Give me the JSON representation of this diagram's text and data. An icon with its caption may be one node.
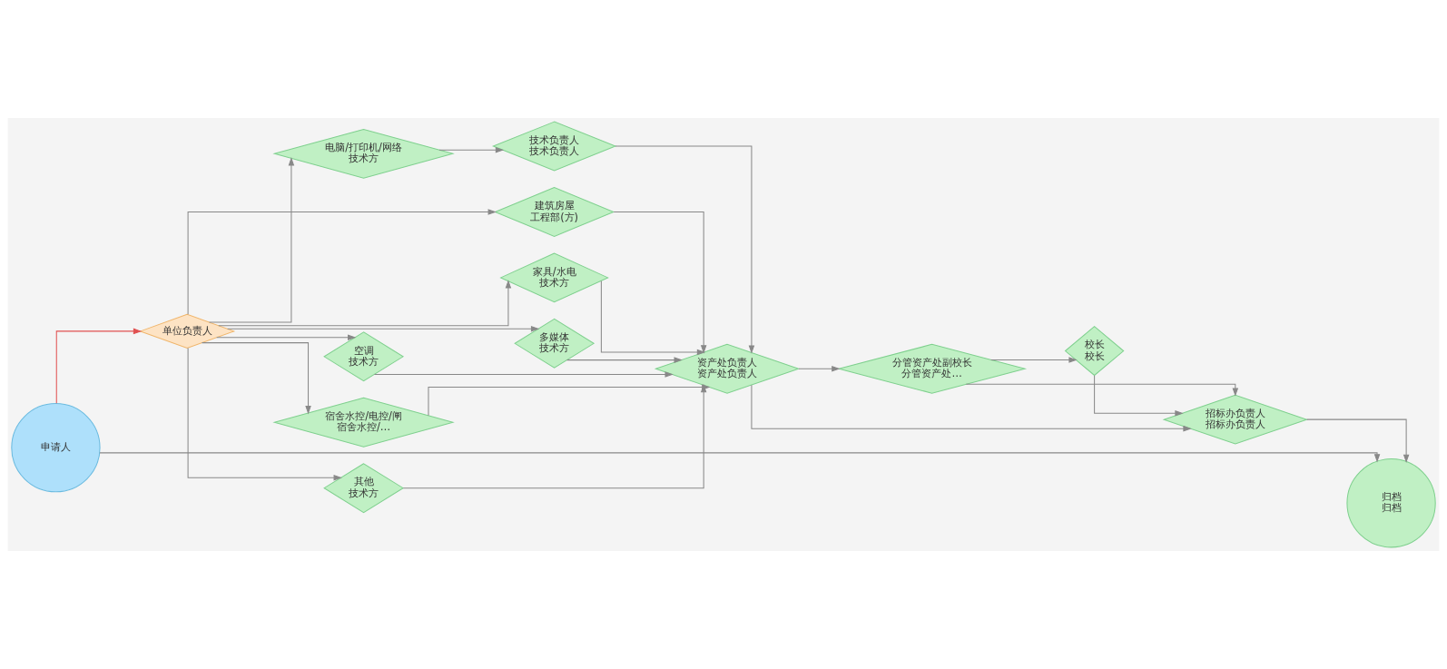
{
  "diagram": {
    "nodes": [
      {
        "text": [
          "申请人"
        ]
      },
      {
        "text": [
          "单位负责人"
        ]
      },
      {
        "text": [
          "电脑/打印机/网络",
          "技术方"
        ]
      },
      {
        "text": [
          "技术负责人",
          "技术负责人"
        ]
      },
      {
        "text": [
          "建筑房屋",
          "工程部(方)"
        ]
      },
      {
        "text": [
          "家具/水电",
          "技术方"
        ]
      },
      {
        "text": [
          "多媒体",
          "技术方"
        ]
      },
      {
        "text": [
          "空调",
          "技术方"
        ]
      },
      {
        "text": [
          "宿舍水控/电控/闸",
          "宿舍水控/…"
        ]
      },
      {
        "text": [
          "其他",
          "技术方"
        ]
      },
      {
        "text": [
          "资产处负责人",
          "资产处负责人"
        ]
      },
      {
        "text": [
          "分管资产处副校长",
          "分管资产处…"
        ]
      },
      {
        "text": [
          "校长",
          "校长"
        ]
      },
      {
        "text": [
          "招标办负责人",
          "招标办负责人"
        ]
      },
      {
        "text": [
          "归档",
          "归档"
        ]
      }
    ],
    "edges": [
      {
        "from": 0,
        "to": 1,
        "arrow": "to",
        "color": "#e05050"
      },
      {
        "from": 1,
        "to": 2,
        "arrow": "to"
      },
      {
        "from": 1,
        "to": 4,
        "arrow": "to"
      },
      {
        "from": 1,
        "to": 5,
        "arrow": "to"
      },
      {
        "from": 1,
        "to": 6,
        "arrow": "to"
      },
      {
        "from": 1,
        "to": 7,
        "arrow": "to"
      },
      {
        "from": 1,
        "to": 8,
        "arrow": "to"
      },
      {
        "from": 1,
        "to": 9,
        "arrow": "to"
      },
      {
        "from": 2,
        "to": 3,
        "arrow": "to"
      },
      {
        "from": 3,
        "to": 10,
        "arrow": "to"
      },
      {
        "from": 4,
        "to": 10,
        "arrow": "to"
      },
      {
        "from": 5,
        "to": 10,
        "arrow": "to"
      },
      {
        "from": 6,
        "to": 10,
        "arrow": "to"
      },
      {
        "from": 7,
        "to": 10,
        "arrow": "to"
      },
      {
        "from": 8,
        "to": 10,
        "arrow": "to"
      },
      {
        "from": 9,
        "to": 10,
        "arrow": "to"
      },
      {
        "from": 10,
        "to": 11,
        "arrow": "to"
      },
      {
        "from": 10,
        "to": 13,
        "arrow": "to"
      },
      {
        "from": 11,
        "to": 12,
        "arrow": "to"
      },
      {
        "from": 11,
        "to": 13,
        "arrow": "to"
      },
      {
        "from": 12,
        "to": 13,
        "arrow": "to"
      },
      {
        "from": 13,
        "to": 14,
        "arrow": "to"
      },
      {
        "from": 0,
        "to": 14,
        "arrow": "to"
      }
    ]
  }
}
